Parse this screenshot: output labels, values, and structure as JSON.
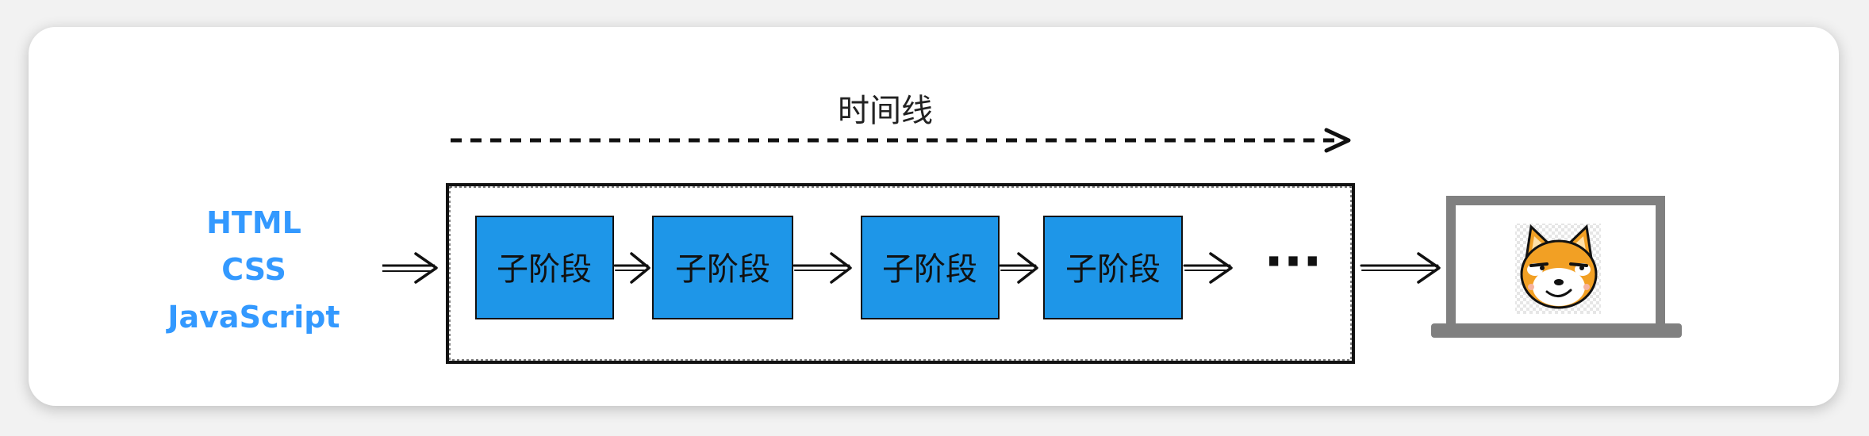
{
  "inputs": {
    "line1": "HTML",
    "line2": "CSS",
    "line3": "JavaScript",
    "color": "#3399ff"
  },
  "timeline": {
    "label": "时间线"
  },
  "pipeline": {
    "stages": [
      "子阶段",
      "子阶段",
      "子阶段",
      "子阶段"
    ],
    "ellipsis": "···",
    "stage_fill": "#1e96e8"
  },
  "output": {
    "device": "laptop-icon",
    "avatar": "shiba-dog-icon"
  }
}
